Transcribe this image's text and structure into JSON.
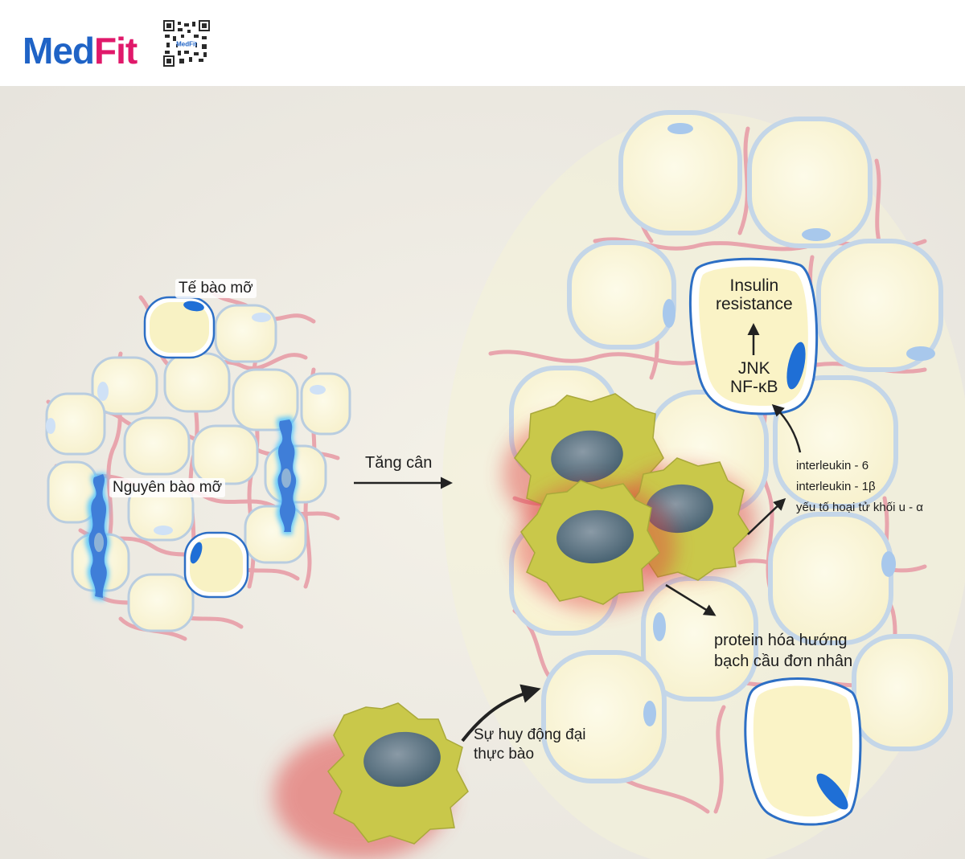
{
  "logo": {
    "part1": "Med",
    "part2": "Fit",
    "qr_label": "MedFit"
  },
  "labels": {
    "fat_cell": "Tế bào mỡ",
    "preadipocyte": "Nguyên bào mỡ",
    "weight_gain": "Tăng cân",
    "insulin_1": "Insulin",
    "insulin_2": "resistance",
    "jnk": "JNK",
    "nfkb": "NF-κB",
    "il6": "interleukin - 6",
    "il1b": "interleukin - 1β",
    "tnf": "yếu tố hoại tử khối u - α",
    "mcp_1": "protein hóa hướng",
    "mcp_2": "bạch cầu đơn nhân",
    "recruit_1": "Sự huy động đại",
    "recruit_2": "thực bào"
  },
  "colors": {
    "brand_blue": "#1f63c6",
    "brand_pink": "#e0196a",
    "vessel": "#e8a5ad",
    "fat": "#fbf6dc",
    "nucleus": "#1f6fd6",
    "macrophage": "#c9c84a",
    "preadipocyte": "#3f8ae0"
  }
}
